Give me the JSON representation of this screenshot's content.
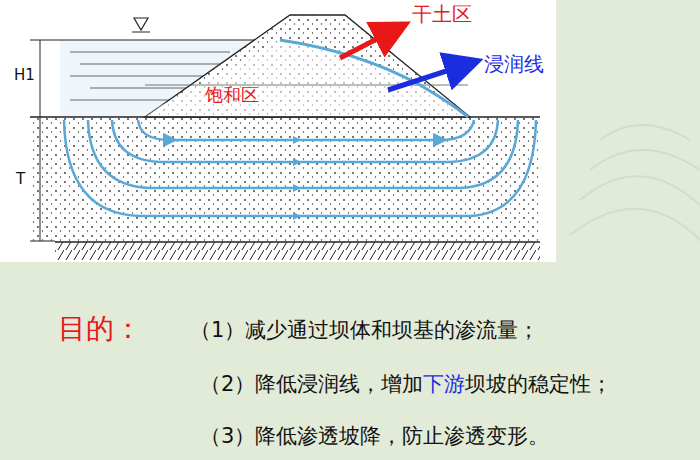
{
  "diagram": {
    "labels": [
      "H1",
      "T",
      "干土区",
      "浸润线",
      "饱和区",
      "目的：",
      "（1）减少通过坝体和坝基的渗流量；",
      "（2）降低浸润线，增加",
      "下游",
      "坝坡的稳定性；",
      "（3）降低渗透坡降，防止渗透变形。"
    ]
  }
}
